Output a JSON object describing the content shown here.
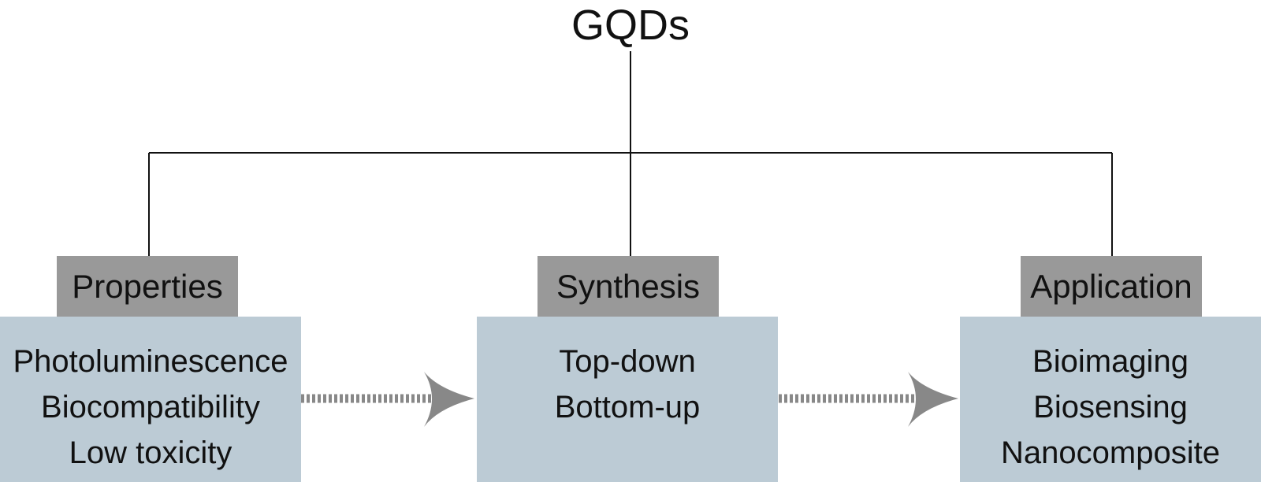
{
  "root": {
    "label": "GQDs"
  },
  "branches": [
    {
      "title": "Properties",
      "items": [
        "Photoluminescence",
        "Biocompatibility",
        "Low toxicity"
      ]
    },
    {
      "title": "Synthesis",
      "items": [
        "Top-down",
        "Bottom-up"
      ]
    },
    {
      "title": "Application",
      "items": [
        "Bioimaging",
        "Biosensing",
        "Nanocomposite"
      ]
    }
  ],
  "colors": {
    "header_fill": "#999999",
    "box_fill": "#bccbd5",
    "line": "#111111",
    "arrow": "#888888"
  }
}
